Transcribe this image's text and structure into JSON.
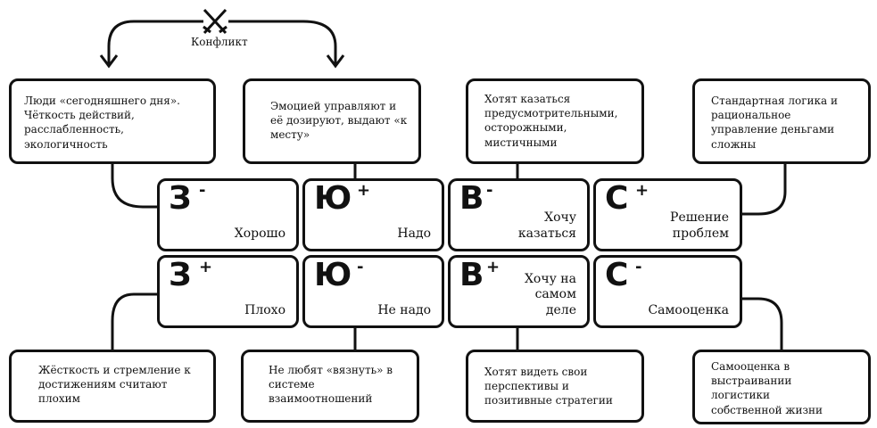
{
  "conflict_label": "Конфликт",
  "top_boxes": [
    "Люди «сегодняшнего дня». Чёткость действий, расслабленность, экологичность",
    "Эмоцией управляют и её дозируют, выдают «к месту»",
    "Хотят казаться предусмотрительными, осторожными, мистичными",
    "Стандартная логика и рациональное управление деньгами сложны"
  ],
  "grid_row1": [
    {
      "letter": "З",
      "sign": "-",
      "label": "Хорошо"
    },
    {
      "letter": "Ю",
      "sign": "+",
      "label": "Надо"
    },
    {
      "letter": "В",
      "sign": "-",
      "label": "Хочу казаться"
    },
    {
      "letter": "С",
      "sign": "+",
      "label": "Решение проблем"
    }
  ],
  "grid_row2": [
    {
      "letter": "З",
      "sign": "+",
      "label": "Плохо"
    },
    {
      "letter": "Ю",
      "sign": "-",
      "label": "Не надо"
    },
    {
      "letter": "В",
      "sign": "+",
      "label": "Хочу на самом деле"
    },
    {
      "letter": "С",
      "sign": "-",
      "label": "Самооценка"
    }
  ],
  "bottom_boxes": [
    "Жёсткость и стремление к достижениям считают плохим",
    "Не любят «вязнуть» в системе взаимоотношений",
    "Хотят видеть свои перспективы и позитивные стратегии",
    "Самооценка в выстраивании логистики собственной жизни"
  ]
}
